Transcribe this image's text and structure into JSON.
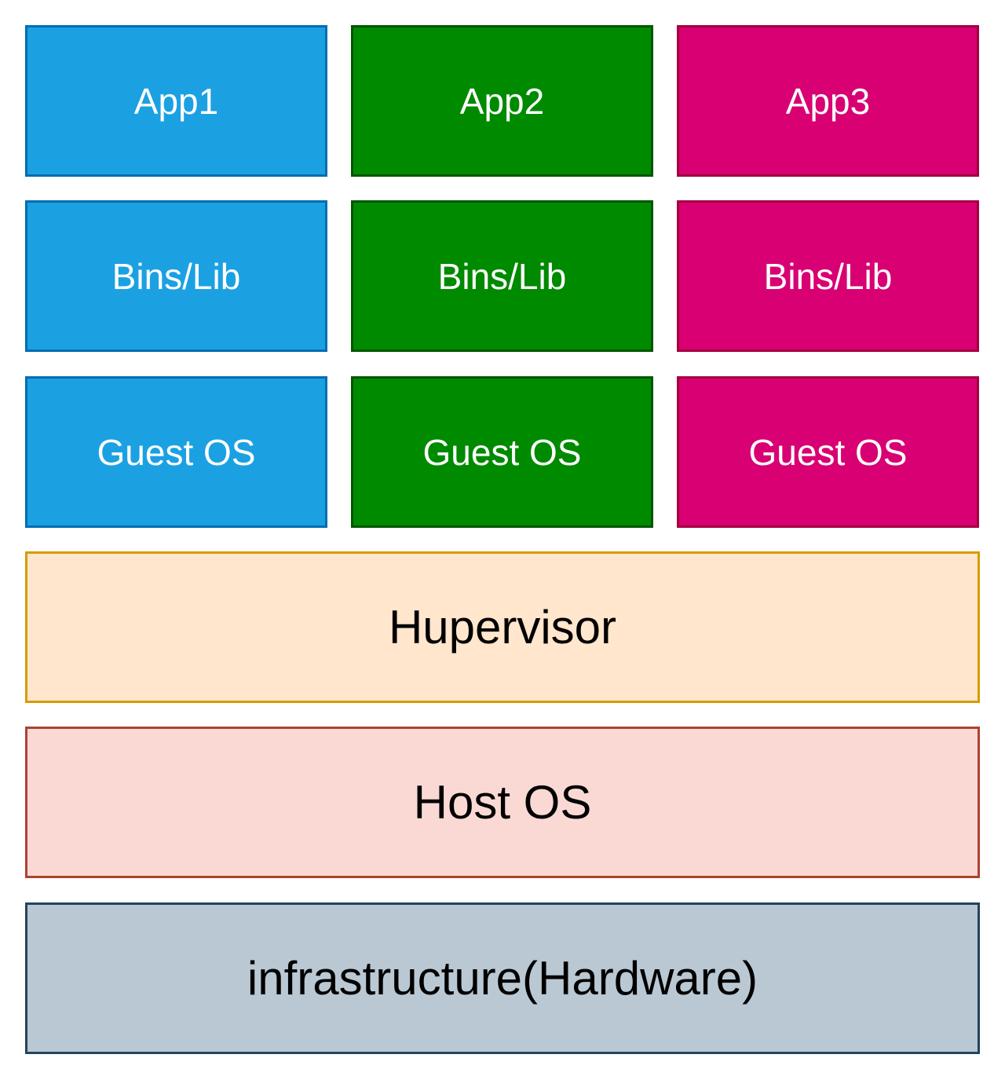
{
  "colors": {
    "vm1_fill": "#1ba1e2",
    "vm1_border": "#006eaf",
    "vm2_fill": "#008a00",
    "vm2_border": "#005700",
    "vm3_fill": "#d80073",
    "vm3_border": "#a50040",
    "hypervisor_fill": "#ffe6cc",
    "hypervisor_border": "#d79b00",
    "host_os_fill": "#fad9d5",
    "host_os_border": "#ae4132",
    "hardware_fill": "#bac8d3",
    "hardware_border": "#23445d"
  },
  "vms": [
    {
      "app": "App1",
      "bins": "Bins/Lib",
      "guest_os": "Guest OS"
    },
    {
      "app": "App2",
      "bins": "Bins/Lib",
      "guest_os": "Guest OS"
    },
    {
      "app": "App3",
      "bins": "Bins/Lib",
      "guest_os": "Guest OS"
    }
  ],
  "layers": {
    "hypervisor": "Hupervisor",
    "host_os": "Host OS",
    "hardware": "infrastructure(Hardware)"
  }
}
